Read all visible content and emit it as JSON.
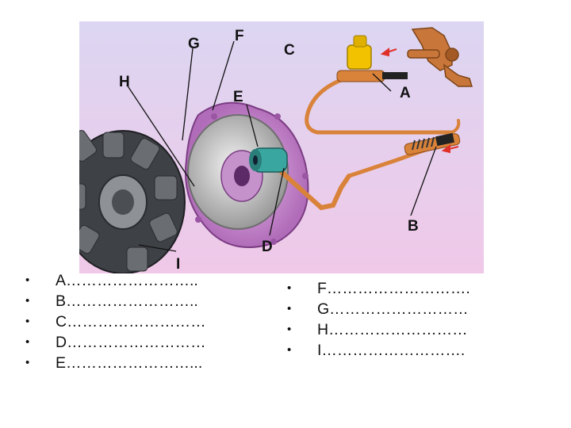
{
  "diagram": {
    "labels": [
      "G",
      "F",
      "C",
      "H",
      "E",
      "A",
      "B",
      "D",
      "I"
    ]
  },
  "list_left": {
    "bullet": "•",
    "items": [
      "A……………………..",
      "B……………………..",
      "C………………………",
      "D………………………",
      "E……………………..."
    ]
  },
  "list_right": {
    "bullet": "•",
    "items": [
      "F……………………….",
      "G………………………",
      "H………………………",
      "I………………………."
    ]
  },
  "colors": {
    "background_top": "#dcd6f2",
    "background_bottom": "#f0c8e8",
    "clutch_disc": "#4a4d52",
    "pressure_plate": "#b8b8b8",
    "clutch_cover": "#c98bd0",
    "hydraulic_parts": "#d9823a",
    "reservoir": "#f2c200",
    "slave_cylinder": "#3aa6a0"
  }
}
